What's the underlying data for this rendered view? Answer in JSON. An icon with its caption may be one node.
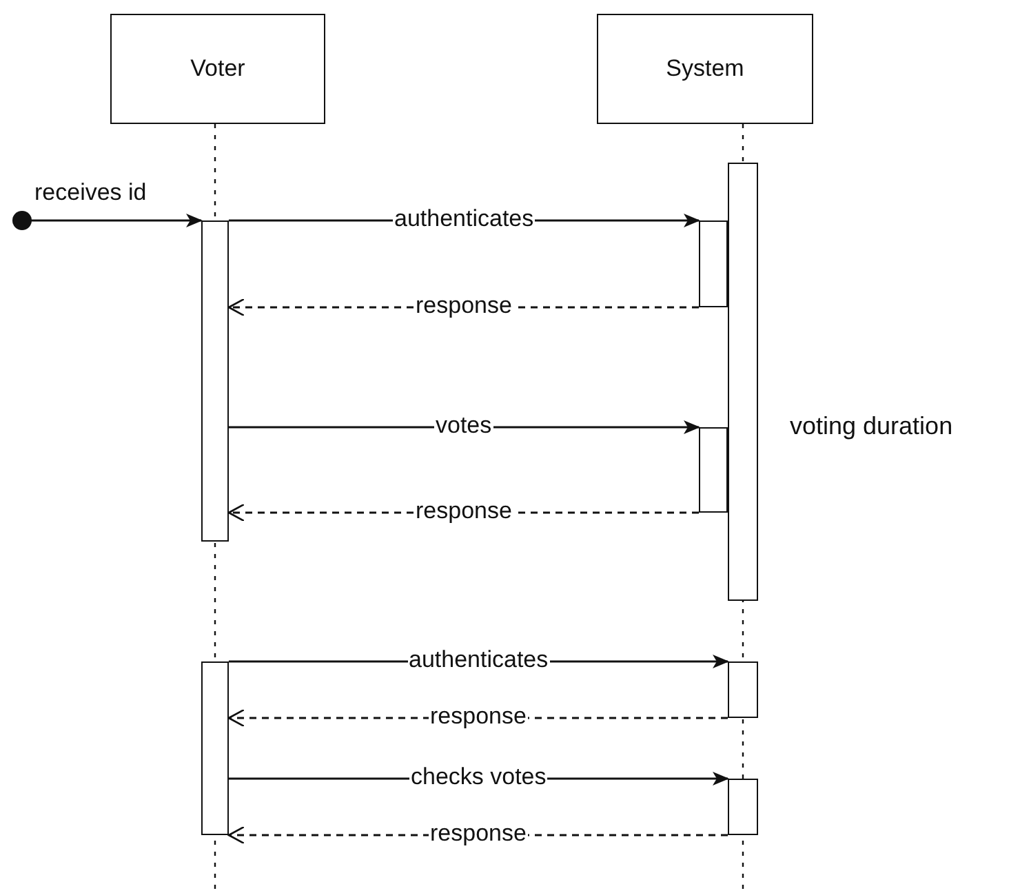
{
  "diagram": {
    "nodes": [
      {
        "text": [
          "Voter"
        ]
      },
      {
        "text": [
          "System"
        ]
      },
      {
        "text": [],
        "shape": "circle"
      },
      {
        "text": [],
        "shape": "bar"
      },
      {
        "text": [],
        "shape": "bar"
      },
      {
        "text": [],
        "shape": "bar",
        "beside": [
          "voting duration"
        ]
      },
      {
        "text": [],
        "shape": "bar"
      },
      {
        "text": [],
        "shape": "bar"
      },
      {
        "text": [],
        "shape": "bar"
      },
      {
        "text": [],
        "shape": "bar"
      }
    ],
    "edges": [
      {
        "from": 2,
        "to": 3,
        "arrow": "to",
        "label": "receives id"
      },
      {
        "from": 3,
        "to": 6,
        "arrow": "to",
        "label": "authenticates"
      },
      {
        "from": 6,
        "to": 3,
        "arrow": "to",
        "label": "response",
        "style": "dashed"
      },
      {
        "from": 3,
        "to": 7,
        "arrow": "to",
        "label": "votes"
      },
      {
        "from": 7,
        "to": 3,
        "arrow": "to",
        "label": "response",
        "style": "dashed"
      },
      {
        "from": 4,
        "to": 8,
        "arrow": "to",
        "label": "authenticates"
      },
      {
        "from": 8,
        "to": 4,
        "arrow": "to",
        "label": "response",
        "style": "dashed"
      },
      {
        "from": 4,
        "to": 9,
        "arrow": "to",
        "label": "checks votes"
      },
      {
        "from": 9,
        "to": 4,
        "arrow": "to",
        "label": "response",
        "style": "dashed"
      }
    ]
  }
}
